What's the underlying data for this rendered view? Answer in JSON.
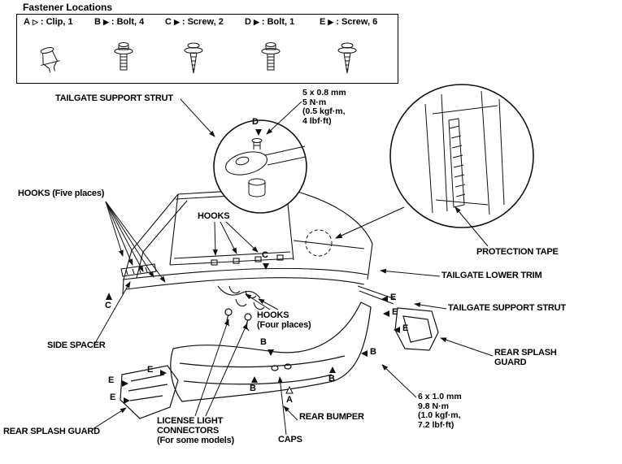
{
  "title": "Fastener Locations",
  "colors": {
    "line": "#111111",
    "background": "#ffffff"
  },
  "legend": {
    "items": [
      {
        "letter": "A",
        "arrow_glyph": "▷",
        "label": ": Clip, 1",
        "icon": "clip-icon"
      },
      {
        "letter": "B",
        "arrow_glyph": "▶",
        "label": ": Bolt, 4",
        "icon": "bolt-icon"
      },
      {
        "letter": "C",
        "arrow_glyph": "▶",
        "label": ": Screw, 2",
        "icon": "screw-icon"
      },
      {
        "letter": "D",
        "arrow_glyph": "▶",
        "label": ": Bolt, 1",
        "icon": "bolt-icon"
      },
      {
        "letter": "E",
        "arrow_glyph": "▶",
        "label": ": Screw, 6",
        "icon": "screw-icon"
      }
    ]
  },
  "labels": {
    "tailgate_support_strut_top": "TAILGATE SUPPORT STRUT",
    "hooks_five": "HOOKS (Five places)",
    "hooks_center": "HOOKS",
    "hooks_four_line1": "HOOKS",
    "hooks_four_line2": "(Four places)",
    "protection_tape": "PROTECTION TAPE",
    "tailgate_lower_trim": "TAILGATE LOWER TRIM",
    "tailgate_support_strut_right": "TAILGATE SUPPORT STRUT",
    "rear_splash_guard_right_line1": "REAR SPLASH",
    "rear_splash_guard_right_line2": "GUARD",
    "side_spacer": "SIDE SPACER",
    "rear_splash_guard_left": "REAR SPLASH GUARD",
    "license_light_line1": "LICENSE LIGHT",
    "license_light_line2": "CONNECTORS",
    "license_light_line3": "(For some models)",
    "caps": "CAPS",
    "rear_bumper": "REAR BUMPER"
  },
  "torque_specs": {
    "top": {
      "line1": "5 x 0.8 mm",
      "line2": "5 N·m",
      "line3": "(0.5 kgf·m,",
      "line4": "4 lbf·ft)"
    },
    "bottom": {
      "line1": "6 x 1.0 mm",
      "line2": "9.8 N·m",
      "line3": "(1.0 kgf·m,",
      "line4": "7.2 lbf·ft)"
    }
  },
  "markers": {
    "a1": "A",
    "b1": "B",
    "b2": "B",
    "b3": "B",
    "b4": "B",
    "c1": "C",
    "c2": "C",
    "d1": "D",
    "e1": "E",
    "e2": "E",
    "e3": "E",
    "e4": "E",
    "e5": "E",
    "e6": "E"
  }
}
